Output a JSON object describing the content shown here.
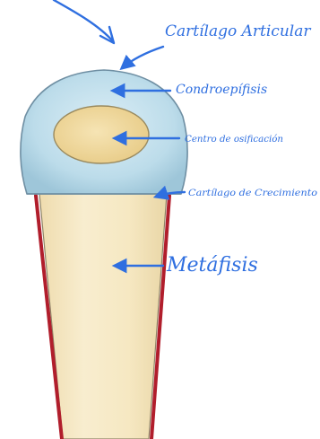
{
  "labels": {
    "articular_cartilage": "Cartílago Articular",
    "chondroepiphysis": "Condroepífisis",
    "ossification_center": "Centro de osificación",
    "growth_cartilage": "Cartílago de Crecimiento",
    "metaphysis": "Metáfisis"
  },
  "colors": {
    "annotation": "#2f6fe0",
    "cartilage_fill": "#b9dcea",
    "cartilage_outline": "#6f8fa3",
    "bone_fill": "#f6e8c2",
    "ossification_fill": "#f0d79a",
    "periosteum_red": "#b11e2c"
  }
}
